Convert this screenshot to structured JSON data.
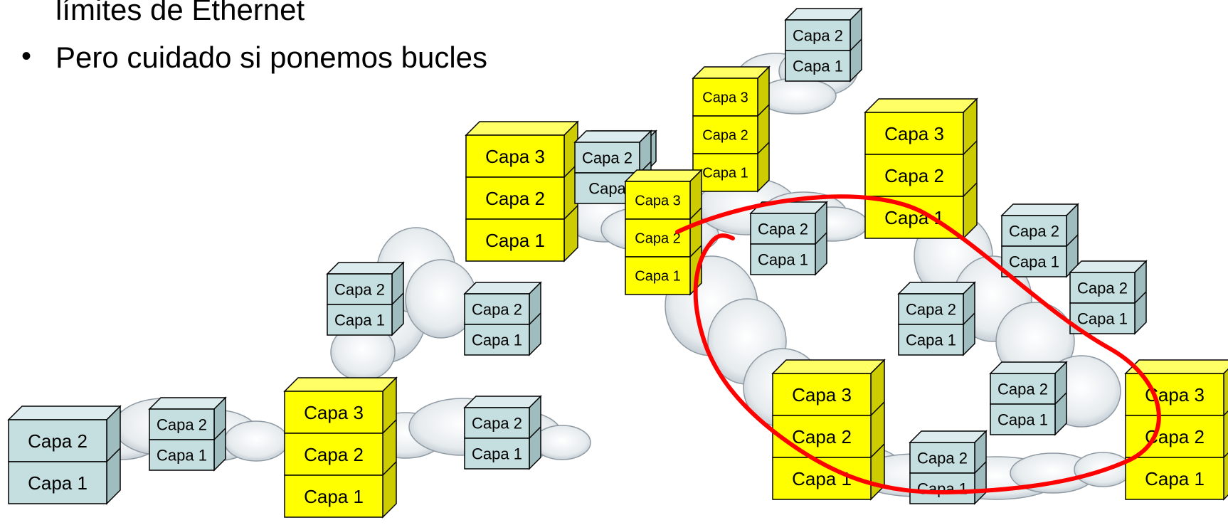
{
  "bullets": [
    {
      "text": "límites de Ethernet",
      "has_dot": false
    },
    {
      "text": "Pero cuidado si ponemos bucles",
      "has_dot": true
    }
  ],
  "colors": {
    "yellow": "#ffff00",
    "blue": "#c5dfe0",
    "loop": "#ff0000"
  },
  "diagram": {
    "stacks": [
      {
        "id": "s1",
        "color": "blue",
        "layers": [
          "Capa 2",
          "Capa 1"
        ]
      },
      {
        "id": "s2",
        "color": "blue",
        "layers": [
          "Capa 2",
          "Capa 1"
        ]
      },
      {
        "id": "s3",
        "color": "yellow",
        "layers": [
          "Capa 3",
          "Capa 2",
          "Capa 1"
        ]
      },
      {
        "id": "s4",
        "color": "blue",
        "layers": [
          "Capa 2",
          "Capa 1"
        ]
      },
      {
        "id": "s5",
        "color": "blue",
        "layers": [
          "Capa 2",
          "Capa 1"
        ]
      },
      {
        "id": "s6",
        "color": "blue",
        "layers": [
          "Capa 2"
        ]
      },
      {
        "id": "s7",
        "color": "blue",
        "layers": [
          "Capa 2",
          "Capa 1"
        ]
      },
      {
        "id": "s8",
        "color": "yellow",
        "layers": [
          "Capa 3",
          "Capa 2",
          "Capa 1"
        ]
      },
      {
        "id": "s9",
        "color": "blue",
        "layers": [
          "Capa 2",
          "Capa"
        ]
      },
      {
        "id": "s10",
        "color": "yellow",
        "layers": [
          "Capa 3",
          "Capa 2",
          "Capa 1"
        ]
      },
      {
        "id": "s11",
        "color": "blue",
        "layers": [
          "Capa 2",
          "Capa 1"
        ]
      },
      {
        "id": "s12",
        "color": "yellow",
        "layers": [
          "Capa 3",
          "Capa 2",
          "Capa 1"
        ]
      },
      {
        "id": "s13",
        "color": "blue",
        "layers": [
          "Capa 2",
          "Capa 1"
        ]
      },
      {
        "id": "s14",
        "color": "yellow",
        "layers": [
          "Capa 3",
          "Capa 2",
          "Capa 1"
        ]
      },
      {
        "id": "s15",
        "color": "blue",
        "layers": [
          "Capa 2",
          "Capa 1"
        ]
      },
      {
        "id": "s16",
        "color": "blue",
        "layers": [
          "Capa 2",
          "Capa 1"
        ]
      },
      {
        "id": "s17",
        "color": "blue",
        "layers": [
          "Capa 2",
          "Capa 1"
        ]
      },
      {
        "id": "s18",
        "color": "yellow",
        "layers": [
          "Capa 3",
          "Capa 2",
          "Capa 1"
        ]
      },
      {
        "id": "s19",
        "color": "blue",
        "layers": [
          "Capa 2",
          "Capa 1"
        ]
      },
      {
        "id": "s20",
        "color": "blue",
        "layers": [
          "Capa 2",
          "Capa 1"
        ]
      },
      {
        "id": "s21",
        "color": "yellow",
        "layers": [
          "Capa 3",
          "Capa 2",
          "Capa 1"
        ]
      }
    ]
  }
}
